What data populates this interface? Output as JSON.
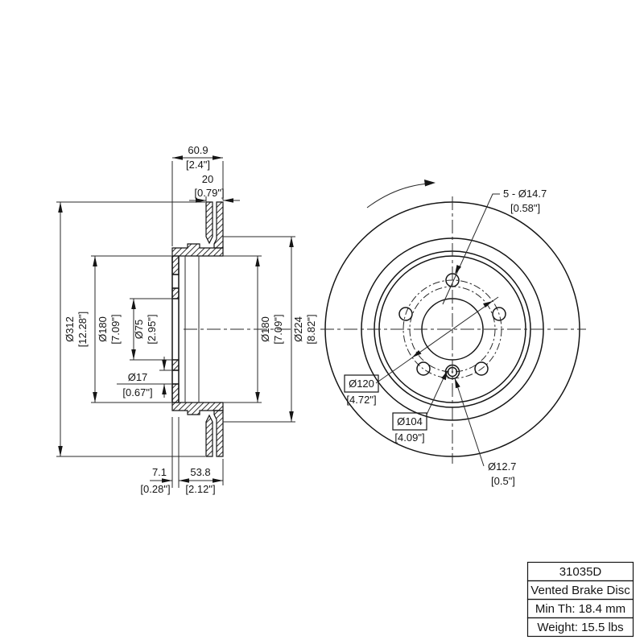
{
  "drawing": {
    "kind": "brake-disc-technical-drawing",
    "views": [
      "cross-section",
      "front"
    ],
    "colors": {
      "line": "#151515",
      "background": "#ffffff"
    }
  },
  "dimensions": {
    "width_overall": {
      "mm": "60.9",
      "in": "[2.4\"]"
    },
    "disc_thickness": {
      "mm": "20",
      "in": "[0.79\"]"
    },
    "outer_diameter": {
      "mm": "Ø312",
      "in": "[12.28\"]"
    },
    "hat_diameter_left": {
      "mm": "Ø180",
      "in": "[7.09\"]"
    },
    "center_bore": {
      "mm": "Ø75",
      "in": "[2.95\"]"
    },
    "hat_hole": {
      "mm": "Ø17",
      "in": "[0.67\"]"
    },
    "flange_thickness": {
      "mm": "7.1",
      "in": "[0.28\"]"
    },
    "hat_depth": {
      "mm": "53.8",
      "in": "[2.12\"]"
    },
    "hat_diameter_right": {
      "mm": "Ø180",
      "in": "[7.09\"]"
    },
    "friction_inner_diameter": {
      "mm": "Ø224",
      "in": "[8.82\"]"
    },
    "bolt_holes": {
      "mm": "5 - Ø14.7",
      "in": "[0.58\"]"
    },
    "bolt_circle": {
      "mm": "Ø120",
      "in": "[4.72\"]"
    },
    "screw_circle": {
      "mm": "Ø104",
      "in": "[4.09\"]"
    },
    "screw_hole": {
      "mm": "Ø12.7",
      "in": "[0.5\"]"
    }
  },
  "title_block": {
    "part_number": "31035D",
    "product_type": "Vented Brake Disc",
    "min_thickness": "Min Th: 18.4 mm",
    "weight": "Weight: 15.5 lbs"
  }
}
